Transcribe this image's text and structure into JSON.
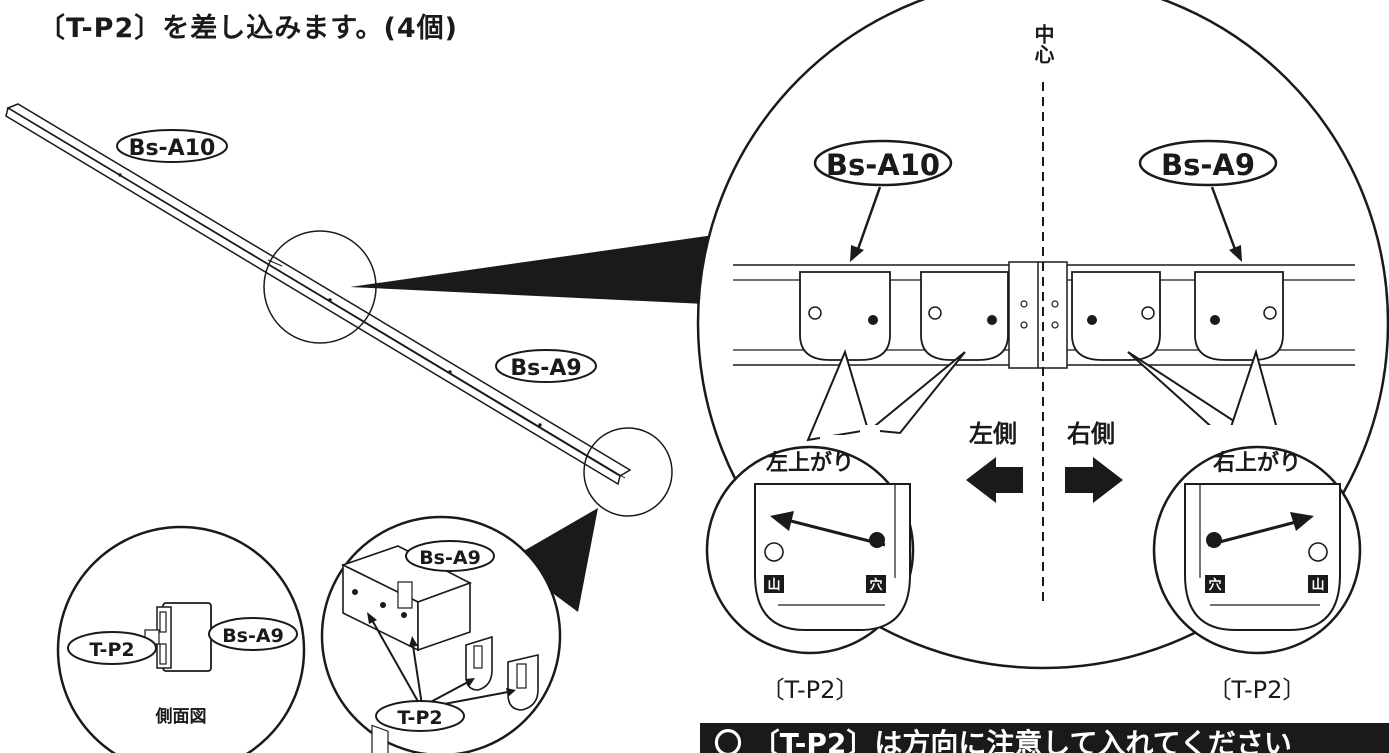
{
  "title": "〔T-P2〕を差し込みます。(4個)",
  "labels": {
    "center": "中心",
    "bs_a10_main": "Bs-A10",
    "bs_a9_main": "Bs-A9",
    "bs_a10_big": "Bs-A10",
    "bs_a9_big": "Bs-A9",
    "left_side": "左側",
    "right_side": "右側",
    "left_up": "左上がり",
    "right_up": "右上がり",
    "mountain_left": "山",
    "hole_left": "穴",
    "hole_right": "穴",
    "mountain_right": "山",
    "tp2_left": "〔T-P2〕",
    "tp2_right": "〔T-P2〕",
    "side_view": "側面図",
    "sv_tp2": "T-P2",
    "sv_bsa9": "Bs-A9",
    "det_bsa9": "Bs-A9",
    "det_tp2": "T-P2"
  },
  "footer": "〇 〔T-P2〕は方向に注意して入れてください"
}
